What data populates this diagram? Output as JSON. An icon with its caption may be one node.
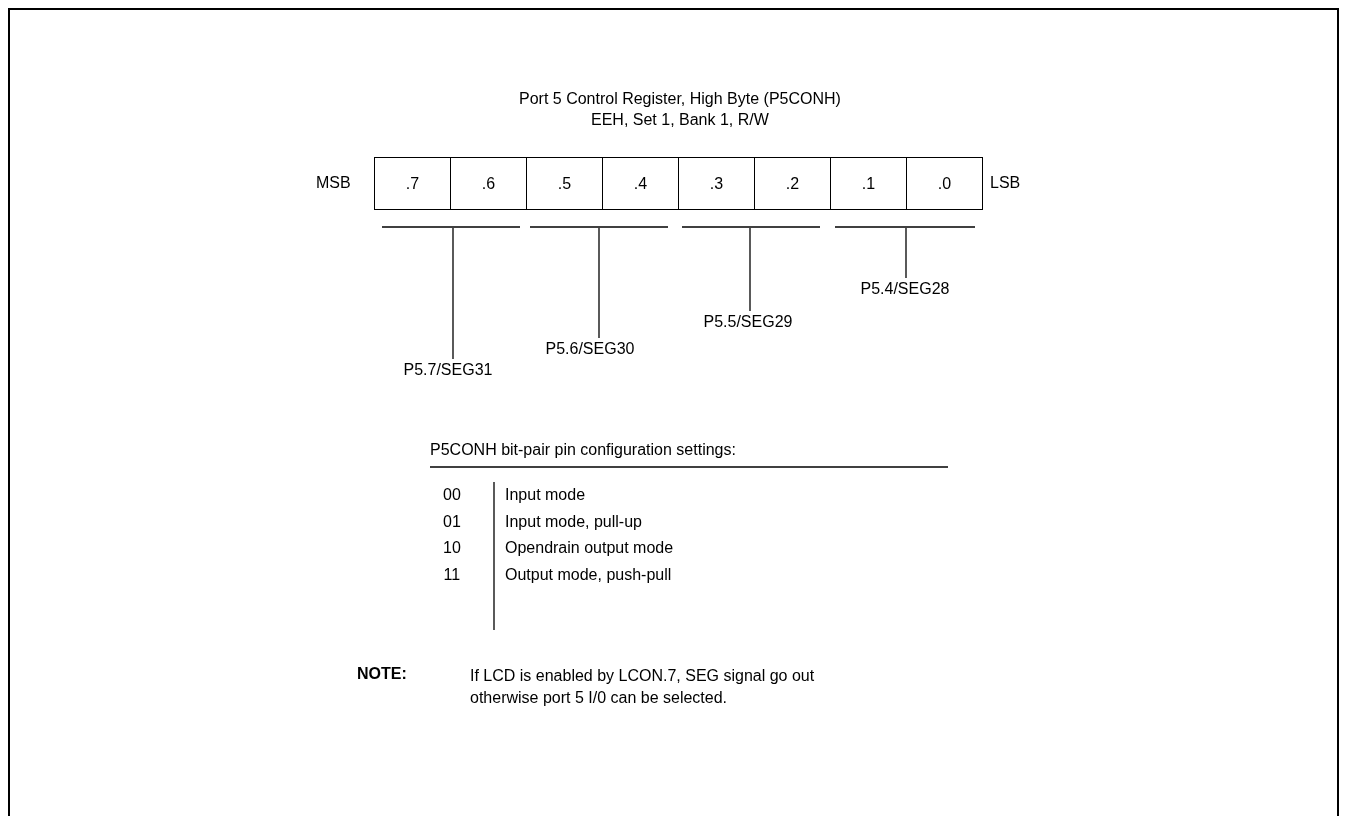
{
  "diagram": {
    "title": "Port 5 Control Register, High Byte (P5CONH)",
    "nodes": [
      {
        "text": [
          ".7"
        ]
      },
      {
        "text": [
          ".6"
        ]
      },
      {
        "text": [
          ".5"
        ]
      },
      {
        "text": [
          ".4"
        ]
      },
      {
        "text": [
          ".3"
        ]
      },
      {
        "text": [
          ".2"
        ]
      },
      {
        "text": [
          ".1"
        ]
      },
      {
        "text": [
          ".0"
        ]
      },
      {
        "text": [
          "P5.7/SEG31"
        ]
      },
      {
        "text": [
          "P5.6/SEG30"
        ]
      },
      {
        "text": [
          "P5.5/SEG29"
        ]
      },
      {
        "text": [
          "P5.4/SEG28"
        ]
      }
    ],
    "edges": [
      {
        "from": 8,
        "to": null,
        "arrow": "none"
      },
      {
        "from": 9,
        "to": null,
        "arrow": "none"
      },
      {
        "from": 10,
        "to": null,
        "arrow": "none"
      },
      {
        "from": 11,
        "to": null,
        "arrow": "none"
      }
    ],
    "labels": [
      "EEH, Set 1, Bank 1, R/W",
      "MSB",
      "LSB",
      "P5CONH bit-pair pin configuration settings:",
      "00",
      "Input mode",
      "01",
      "Input mode, pull-up",
      "10",
      "Opendrain output mode",
      "11",
      "Output mode, push-pull",
      "NOTE:",
      "If LCD is enabled by LCON.7, SEG signal go out otherwise port 5 I/0 can be selected."
    ]
  }
}
